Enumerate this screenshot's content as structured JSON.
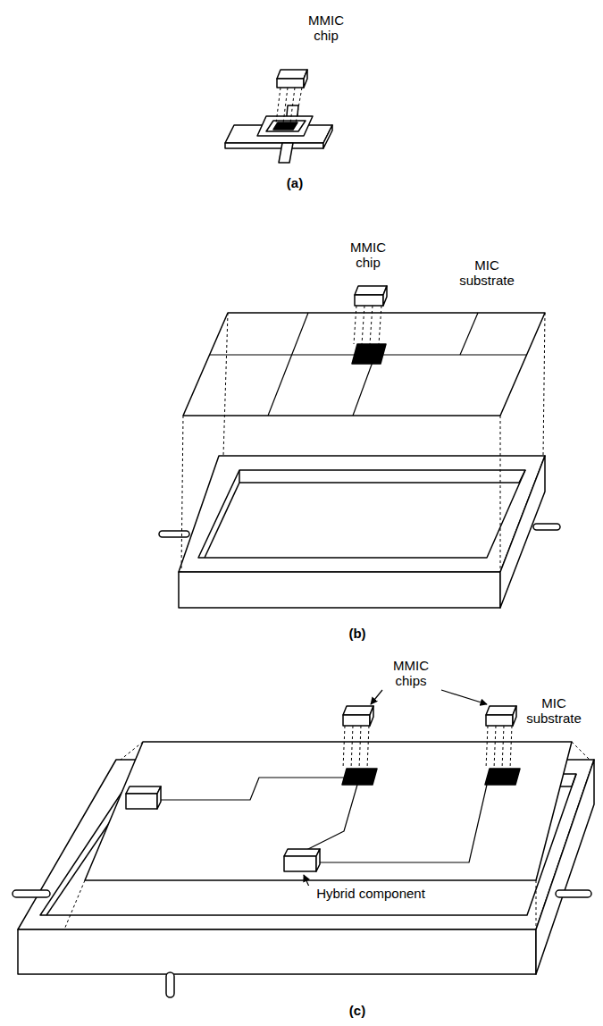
{
  "diagram": {
    "labels": [
      "MMIC chip",
      "(a)",
      "MMIC chip",
      "MIC substrate",
      "(b)",
      "MMIC chips",
      "MIC substrate",
      "Hybrid component",
      "(c)"
    ]
  }
}
